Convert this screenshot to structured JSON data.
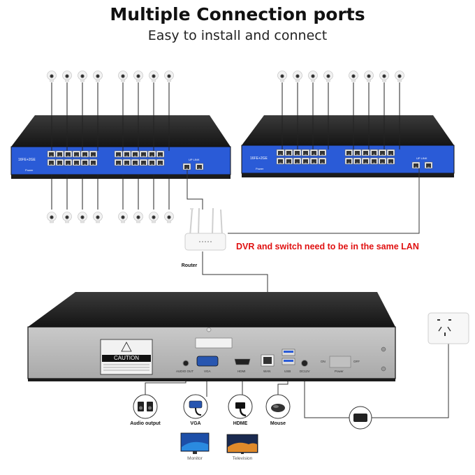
{
  "header": {
    "title": "Multiple Connection ports",
    "subtitle": "Easy to install and connect"
  },
  "switches": [
    {
      "model_label": "16FE+2GE",
      "power_label": "Power",
      "uplink_label": "UP LINK"
    },
    {
      "model_label": "16FE+2GE",
      "power_label": "Power",
      "uplink_label": "UP LINK"
    }
  ],
  "router": {
    "label": "Router"
  },
  "lan_note": "DVR and switch need to be in the same LAN",
  "dvr": {
    "caution_label": "CAUTION",
    "port_labels": {
      "audio_out": "AUDIO OUT",
      "vga": "VGA",
      "hdmi": "HDMI",
      "wan": "WAN",
      "usb": "USB",
      "dc": "DC12V",
      "on": "ON",
      "off": "OFF",
      "power": "Power"
    }
  },
  "peripherals": [
    {
      "id": "audio",
      "label": "Audio output",
      "icon": "speaker-icon"
    },
    {
      "id": "vga",
      "label": "VGA",
      "icon": "vga-cable-icon"
    },
    {
      "id": "hdmi",
      "label": "HDME",
      "icon": "hdmi-cable-icon"
    },
    {
      "id": "mouse",
      "label": "Mouse",
      "icon": "mouse-icon"
    }
  ],
  "displays": [
    {
      "label": "Monitor",
      "icon": "monitor-icon"
    },
    {
      "label": "Television",
      "icon": "television-icon"
    }
  ],
  "colors": {
    "title": "#111111",
    "lan_note": "#e01010",
    "switch_panel": "#2a5bd7",
    "chassis": "#222222",
    "dvr_panel": "#b5b5b5"
  }
}
